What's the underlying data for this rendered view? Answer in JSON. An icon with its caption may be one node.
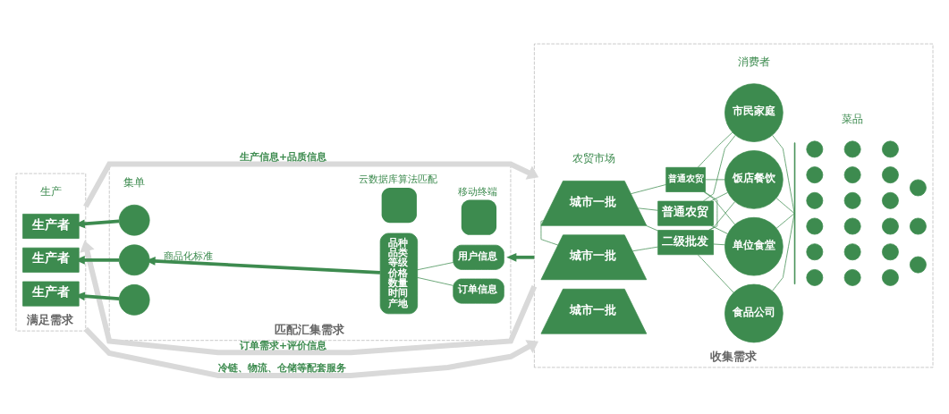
{
  "diagram": {
    "nodes": [
      {
        "text": [
          "满足需求"
        ]
      },
      {
        "text": [
          "生产者"
        ],
        "in": 0
      },
      {
        "text": [
          "生产者"
        ],
        "in": 0
      },
      {
        "text": [
          "生产者"
        ],
        "in": 0
      },
      {
        "text": [
          "匹配汇集需求"
        ]
      },
      {
        "text": [],
        "shape": "circle",
        "in": 4
      },
      {
        "text": [],
        "shape": "circle",
        "in": 4
      },
      {
        "text": [],
        "shape": "circle",
        "in": 4
      },
      {
        "text": [
          "云数据库算法匹配"
        ],
        "in": 4
      },
      {
        "text": [
          "品种",
          "品类",
          "等级",
          "价格",
          "数量",
          "时间",
          "产地"
        ],
        "in": 4
      },
      {
        "text": [
          "移动终端"
        ],
        "in": 4
      },
      {
        "text": [
          "用户信息"
        ],
        "in": 4
      },
      {
        "text": [
          "订单信息"
        ],
        "in": 4
      },
      {
        "text": [
          "收集需求"
        ]
      },
      {
        "text": [
          "城市一批"
        ],
        "in": 13
      },
      {
        "text": [
          "城市一批"
        ],
        "in": 13
      },
      {
        "text": [
          "城市一批"
        ],
        "in": 13
      },
      {
        "text": [
          "二级批发"
        ],
        "in": 13
      },
      {
        "text": [
          "普通农贸"
        ],
        "in": 13
      },
      {
        "text": [
          "普通农贸"
        ],
        "in": 13
      },
      {
        "text": [
          "市民家庭"
        ],
        "in": 13
      },
      {
        "text": [
          "饭店餐饮"
        ],
        "in": 13
      },
      {
        "text": [
          "单位食堂"
        ],
        "in": 13
      },
      {
        "text": [
          "食品公司"
        ],
        "in": 13
      },
      {
        "text": [],
        "shape": "bar",
        "in": 13
      },
      {
        "text": [],
        "shape": "circle",
        "in": 13
      },
      {
        "text": [],
        "shape": "circle",
        "in": 13
      },
      {
        "text": [],
        "shape": "circle",
        "in": 13
      },
      {
        "text": [],
        "shape": "circle",
        "in": 13
      },
      {
        "text": [],
        "shape": "circle",
        "in": 13
      },
      {
        "text": [],
        "shape": "circle",
        "in": 13
      },
      {
        "text": [],
        "shape": "circle",
        "in": 13
      },
      {
        "text": [],
        "shape": "circle",
        "in": 13
      },
      {
        "text": [],
        "shape": "circle",
        "in": 13
      },
      {
        "text": [],
        "shape": "circle",
        "in": 13
      },
      {
        "text": [],
        "shape": "circle",
        "in": 13
      },
      {
        "text": [],
        "shape": "circle",
        "in": 13
      },
      {
        "text": [],
        "shape": "circle",
        "in": 13
      },
      {
        "text": [],
        "shape": "circle",
        "in": 13
      },
      {
        "text": [],
        "shape": "circle",
        "in": 13
      },
      {
        "text": [],
        "shape": "circle",
        "in": 13
      },
      {
        "text": [],
        "shape": "circle",
        "in": 13
      },
      {
        "text": [],
        "shape": "circle",
        "in": 13
      },
      {
        "text": [],
        "shape": "circle",
        "in": 13
      },
      {
        "text": [],
        "shape": "circle",
        "in": 13
      },
      {
        "text": [],
        "shape": "circle",
        "in": 13
      }
    ],
    "edges": [
      {
        "from": 0,
        "to": 13,
        "arrow": "to",
        "label": "生产信息+品质信息",
        "style": "thick",
        "color": "#d9d9d9"
      },
      {
        "from": 13,
        "to": 0,
        "arrow": "to",
        "label": "订单需求+评价信息",
        "style": "thick",
        "color": "#d9d9d9"
      },
      {
        "from": 5,
        "to": 1,
        "arrow": "to",
        "style": "thick"
      },
      {
        "from": 6,
        "to": 2,
        "arrow": "to",
        "style": "thick"
      },
      {
        "from": 7,
        "to": 3,
        "arrow": "to",
        "style": "thick"
      },
      {
        "from": 9,
        "to": 6,
        "arrow": "to",
        "label": "商品化标准",
        "style": "thick"
      },
      {
        "from": 11,
        "to": 9,
        "arrow": "none"
      },
      {
        "from": 12,
        "to": 9,
        "arrow": "none"
      },
      {
        "from": 13,
        "to": 4,
        "arrow": "to",
        "style": "thick"
      },
      {
        "from": 17,
        "to": 14,
        "arrow": "none"
      },
      {
        "from": 15,
        "to": 14,
        "arrow": "none"
      },
      {
        "from": 18,
        "to": 14,
        "arrow": "none"
      },
      {
        "from": 19,
        "to": 14,
        "arrow": "none"
      },
      {
        "from": 17,
        "to": 15,
        "arrow": "none"
      },
      {
        "from": 17,
        "to": 18,
        "arrow": "none"
      },
      {
        "from": 21,
        "to": 17,
        "arrow": "none"
      },
      {
        "from": 22,
        "to": 17,
        "arrow": "none"
      },
      {
        "from": 23,
        "to": 17,
        "arrow": "none"
      },
      {
        "from": 20,
        "to": 18,
        "arrow": "none"
      },
      {
        "from": 21,
        "to": 18,
        "arrow": "none"
      },
      {
        "from": 22,
        "to": 18,
        "arrow": "none"
      },
      {
        "from": 20,
        "to": 19,
        "arrow": "none"
      },
      {
        "from": 21,
        "to": 19,
        "arrow": "none"
      },
      {
        "from": 22,
        "to": 19,
        "arrow": "none"
      },
      {
        "from": 24,
        "to": 20,
        "arrow": "none"
      },
      {
        "from": 24,
        "to": 21,
        "arrow": "none"
      },
      {
        "from": 24,
        "to": 22,
        "arrow": "none"
      },
      {
        "from": 24,
        "to": 23,
        "arrow": "none"
      },
      {
        "from": 0,
        "to": 13,
        "arrow": "to",
        "label": "冷链、物流、仓储等配套服务",
        "style": "thick",
        "color": "#d9d9d9"
      }
    ],
    "labels": [
      "生产",
      "集单",
      "农贸市场",
      "消费者",
      "菜品"
    ]
  }
}
